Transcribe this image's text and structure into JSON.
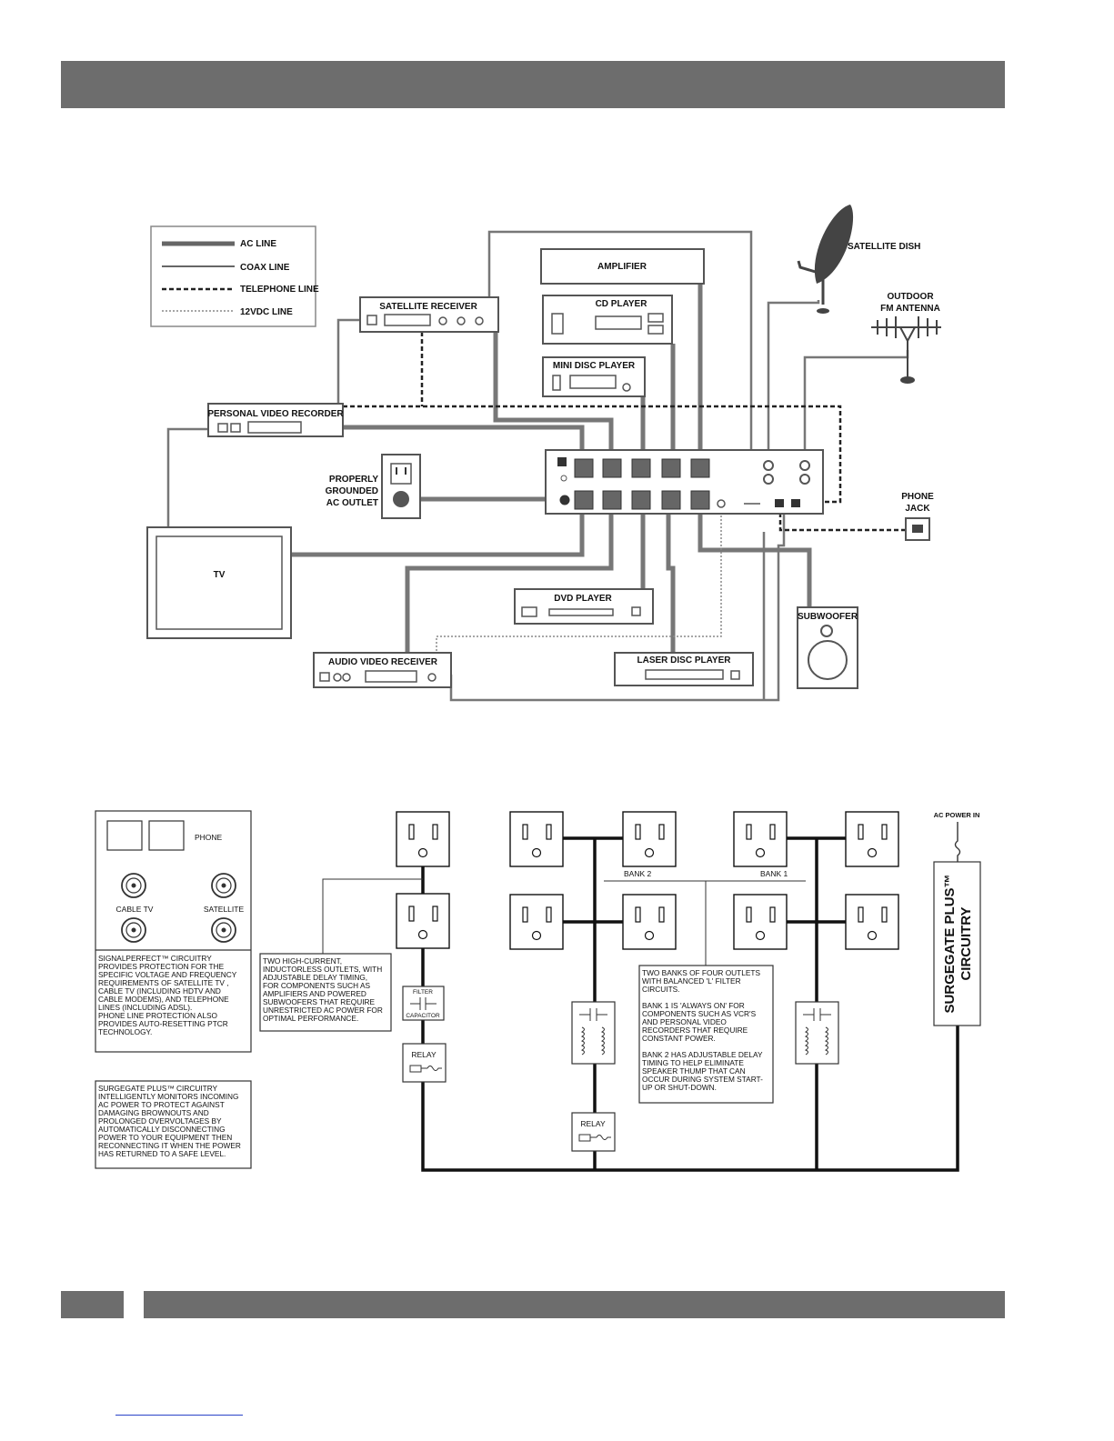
{
  "header": {
    "color": "#6d6d6d"
  },
  "footer": {
    "color": "#6d6d6d"
  },
  "connection_diagram": {
    "legend": [
      {
        "label": "AC LINE",
        "style": "thick"
      },
      {
        "label": "COAX LINE",
        "style": "solid"
      },
      {
        "label": "TELEPHONE LINE",
        "style": "dashed"
      },
      {
        "label": "12VDC LINE",
        "style": "dotted"
      }
    ],
    "components": {
      "amplifier": "AMPLIFIER",
      "cd_player": "CD PLAYER",
      "mini_disc": "MINI DISC PLAYER",
      "satellite_receiver": "SATELLITE RECEIVER",
      "pvr": "PERSONAL VIDEO RECORDER",
      "tv": "TV",
      "dvd": "DVD PLAYER",
      "av_receiver": "AUDIO VIDEO RECEIVER",
      "laser_disc": "LASER DISC PLAYER",
      "subwoofer": "SUBWOOFER",
      "satellite_dish": "SATELLITE DISH",
      "antenna_line1": "OUTDOOR",
      "antenna_line2": "FM ANTENNA",
      "outlet_line1": "PROPERLY",
      "outlet_line2": "GROUNDED",
      "outlet_line3": "AC OUTLET",
      "phone_jack_line1": "PHONE",
      "phone_jack_line2": "JACK"
    }
  },
  "circuit_diagram": {
    "phone": "PHONE",
    "cable_tv": "CABLE TV",
    "satellite": "SATELLITE",
    "bank2": "BANK 2",
    "bank1": "BANK 1",
    "ac_power_in": "AC POWER IN",
    "surgegate_line1": "SURGEGATE PLUS™",
    "surgegate_line2": "CIRCUITRY",
    "filter": "FILTER",
    "capacitor": "CAPACITOR",
    "relay1": "RELAY",
    "relay2": "RELAY",
    "signalperfect_note": [
      "SIGNALPERFECT™ CIRCUITRY",
      "PROVIDES PROTECTION FOR THE",
      "SPECIFIC VOLTAGE AND FREQUENCY",
      "REQUIREMENTS OF SATELLITE TV ,",
      "CABLE TV (INCLUDING HDTV AND",
      "CABLE MODEMS), AND TELEPHONE",
      "LINES (INCLUDING ADSL).",
      "PHONE LINE PROTECTION ALSO",
      "PROVIDES AUTO-RESETTING PTCR",
      "TECHNOLOGY."
    ],
    "surgegate_note": [
      "SURGEGATE PLUS™ CIRCUITRY",
      "INTELLIGENTLY MONITORS INCOMING",
      "AC POWER TO PROTECT AGAINST",
      "DAMAGING BROWNOUTS AND",
      "PROLONGED OVERVOLTAGES BY",
      "AUTOMATICALLY DISCONNECTING",
      "POWER TO YOUR EQUIPMENT THEN",
      "RECONNECTING IT WHEN THE POWER",
      "HAS RETURNED TO A SAFE LEVEL."
    ],
    "high_current_note": [
      "TWO HIGH-CURRENT,",
      "INDUCTORLESS OUTLETS, WITH",
      "ADJUSTABLE DELAY TIMING,",
      "FOR COMPONENTS SUCH AS",
      "AMPLIFIERS AND POWERED",
      "SUBWOOFERS THAT REQUIRE",
      "UNRESTRICTED AC POWER FOR",
      "OPTIMAL PERFORMANCE."
    ],
    "banks_note": [
      "TWO BANKS OF FOUR OUTLETS",
      "WITH BALANCED 'L' FILTER",
      "CIRCUITS.",
      "",
      "BANK 1 IS 'ALWAYS ON' FOR",
      "COMPONENTS SUCH AS VCR'S",
      "AND PERSONAL VIDEO",
      "RECORDERS THAT REQUIRE",
      "CONSTANT POWER.",
      "",
      "BANK 2 HAS ADJUSTABLE DELAY",
      "TIMING TO HELP ELIMINATE",
      "SPEAKER THUMP THAT CAN",
      "OCCUR DURING SYSTEM START-",
      "UP OR SHUT-DOWN."
    ]
  }
}
